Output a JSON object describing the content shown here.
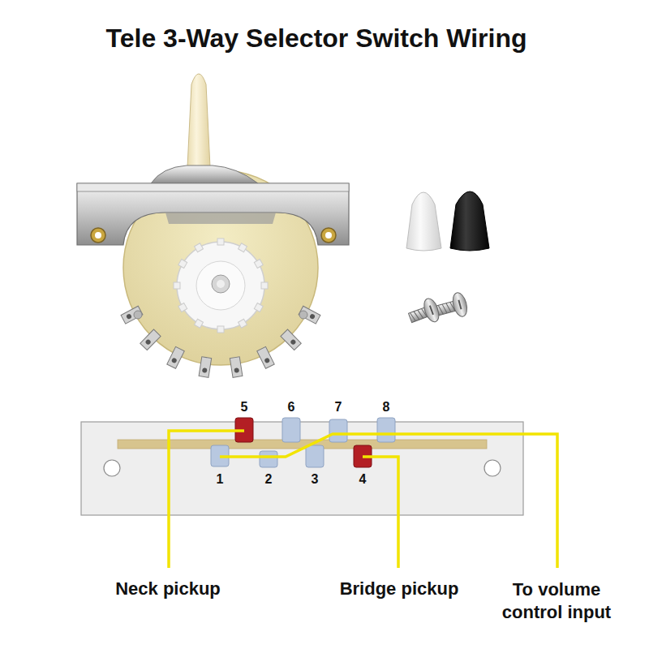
{
  "diagram": {
    "title": "Tele 3-Way Selector Switch Wiring",
    "labels": [
      "5",
      "6",
      "7",
      "8",
      "1",
      "2",
      "3",
      "4",
      "Neck pickup",
      "Bridge pickup",
      "To volume control input"
    ]
  }
}
